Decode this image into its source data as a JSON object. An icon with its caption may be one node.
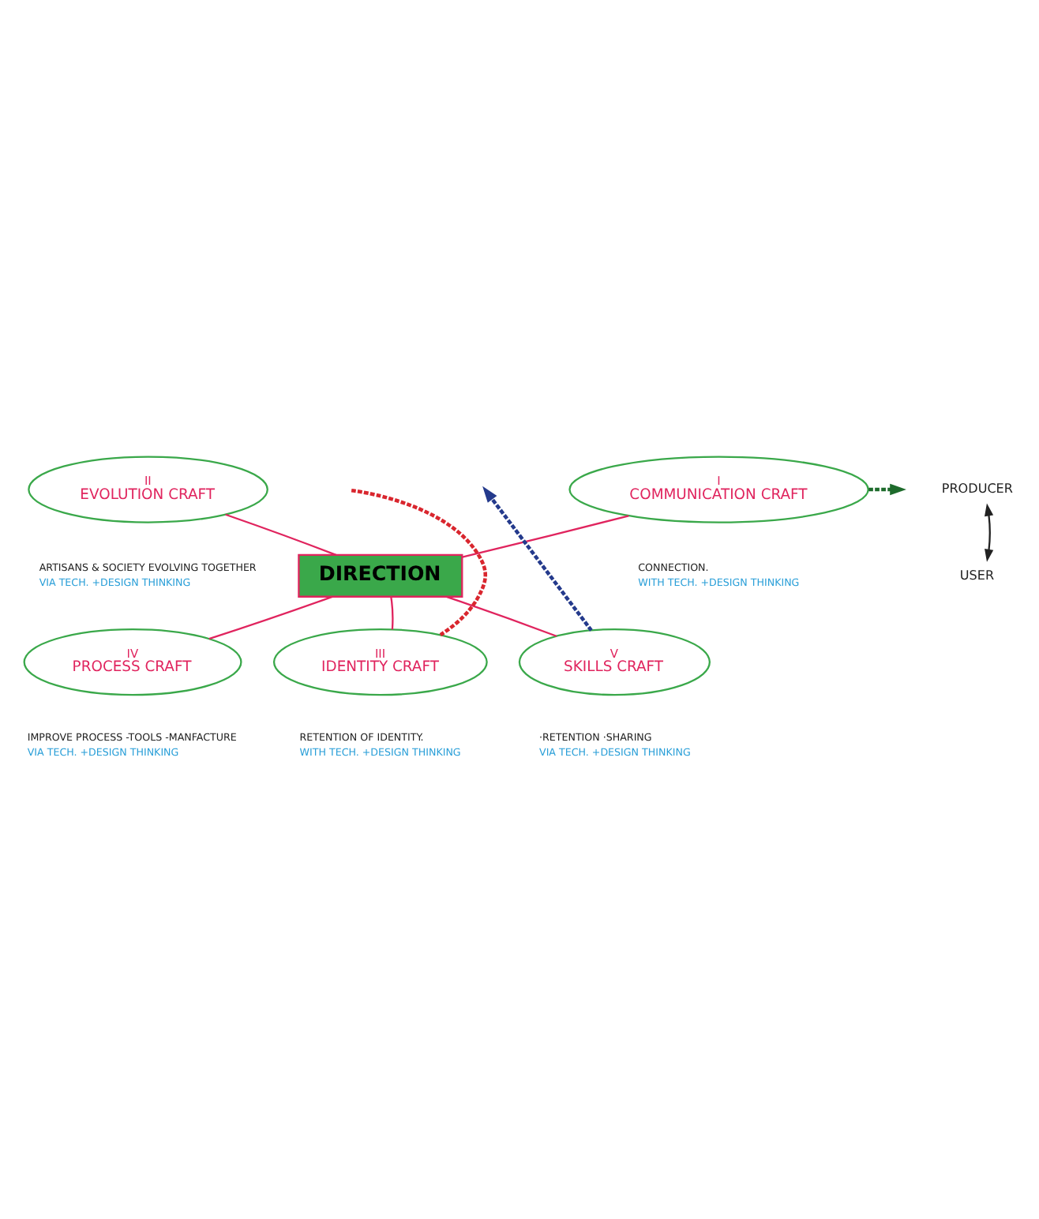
{
  "diagram": {
    "nodes": [
      {
        "text": [
          "DIRECTION"
        ]
      },
      {
        "text": [
          "I",
          "COMMUNICATION CRAFT"
        ],
        "beside": [
          "CONNECTION.",
          "WITH TECH. +DESIGN THINKING"
        ]
      },
      {
        "text": [
          "II",
          "EVOLUTION CRAFT"
        ],
        "beside": [
          "ARTISANS & SOCIETY EVOLVING TOGETHER",
          "VIA TECH. +DESIGN THINKING"
        ]
      },
      {
        "text": [
          "III",
          "IDENTITY CRAFT"
        ],
        "beside": [
          "RETENTION OF IDENTITY.",
          "WITH TECH. +DESIGN THINKING"
        ]
      },
      {
        "text": [
          "IV",
          "PROCESS CRAFT"
        ],
        "beside": [
          "IMPROVE PROCESS -TOOLS -MANFACTURE",
          "VIA TECH. +DESIGN THINKING"
        ]
      },
      {
        "text": [
          "V",
          "SKILLS CRAFT"
        ],
        "beside": [
          "·RETENTION ·SHARING",
          "VIA TECH. +DESIGN THINKING"
        ]
      },
      {
        "text": [
          "PRODUCER"
        ]
      },
      {
        "text": [
          "USER"
        ]
      }
    ],
    "edges": [
      {
        "from": 2,
        "to": 0,
        "arrow": "none"
      },
      {
        "from": 1,
        "to": 0,
        "arrow": "none"
      },
      {
        "from": 4,
        "to": 0,
        "arrow": "none"
      },
      {
        "from": 5,
        "to": 0,
        "arrow": "none"
      },
      {
        "from": 3,
        "to": 0,
        "arrow": "none"
      },
      {
        "from": 6,
        "to": 7,
        "arrow": "both",
        "color": "#222222"
      },
      {
        "from": null,
        "to": 3,
        "arrow": "none",
        "style": "dashed",
        "color": "#d9262e"
      },
      {
        "from": 5,
        "to": null,
        "arrow": "to",
        "style": "dashed",
        "color": "#243a8c"
      },
      {
        "from": 1,
        "to": null,
        "arrow": "to",
        "style": "dashed",
        "color": "#1e6b2c"
      }
    ]
  }
}
